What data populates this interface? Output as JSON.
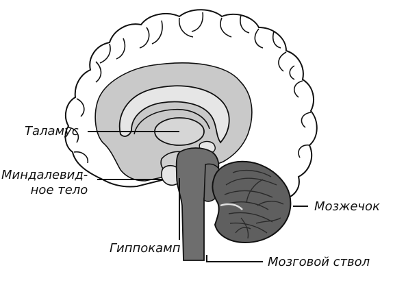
{
  "labels": {
    "thalamus": "Таламус",
    "amygdala_line1": "Миндалевид-",
    "amygdala_line2": "ное тело",
    "cerebellum": "Мозжечок",
    "hippocampus": "Гиппокамп",
    "brainstem": "Мозговой ствол"
  },
  "colors": {
    "outline": "#111111",
    "inner_region": "#c9c9c9",
    "cerebellum": "#5f5f5f",
    "brainstem": "#6e6e6e",
    "limbic_light": "#e6e6e6"
  }
}
